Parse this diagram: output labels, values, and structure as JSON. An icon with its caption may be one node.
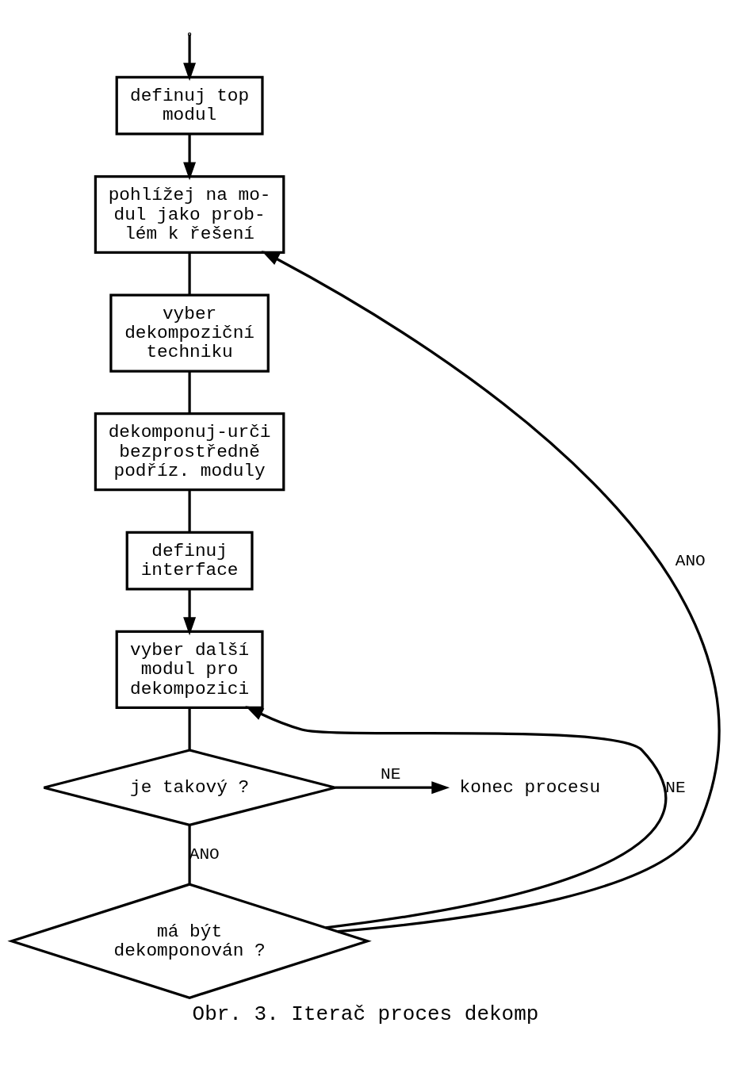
{
  "diagram": {
    "caption": "Obr. 3. Iterač proces dekomp",
    "nodes": [
      {
        "text": [
          "definuj top modul"
        ]
      },
      {
        "text": [
          "pohlížej na mo- dul jako prob- lém k řešení"
        ]
      },
      {
        "text": [
          "vyber dekompoziční techniku"
        ]
      },
      {
        "text": [
          "dekomponuj-urči bezprostředně podříz. moduly"
        ]
      },
      {
        "text": [
          "definuj interface"
        ]
      },
      {
        "text": [
          "vyber další modul pro dekompozici"
        ]
      },
      {
        "text": [
          "je takový ?"
        ]
      },
      {
        "text": [
          "má být dekomponován ?"
        ]
      },
      {
        "text": [
          "konec procesu"
        ]
      }
    ],
    "edges": [
      {
        "from": null,
        "to": 0,
        "arrow": "to"
      },
      {
        "from": 0,
        "to": 1,
        "arrow": "to"
      },
      {
        "from": 1,
        "to": 2,
        "arrow": "none"
      },
      {
        "from": 2,
        "to": 3,
        "arrow": "none"
      },
      {
        "from": 3,
        "to": 4,
        "arrow": "none"
      },
      {
        "from": 4,
        "to": 5,
        "arrow": "to"
      },
      {
        "from": 5,
        "to": 6,
        "arrow": "none"
      },
      {
        "from": 6,
        "to": 8,
        "arrow": "to",
        "label": "NE"
      },
      {
        "from": 6,
        "to": 7,
        "arrow": "none",
        "label": "ANO"
      },
      {
        "from": 7,
        "to": 5,
        "arrow": "to",
        "label": "NE"
      },
      {
        "from": 7,
        "to": 1,
        "arrow": "to",
        "label": "ANO"
      }
    ]
  }
}
